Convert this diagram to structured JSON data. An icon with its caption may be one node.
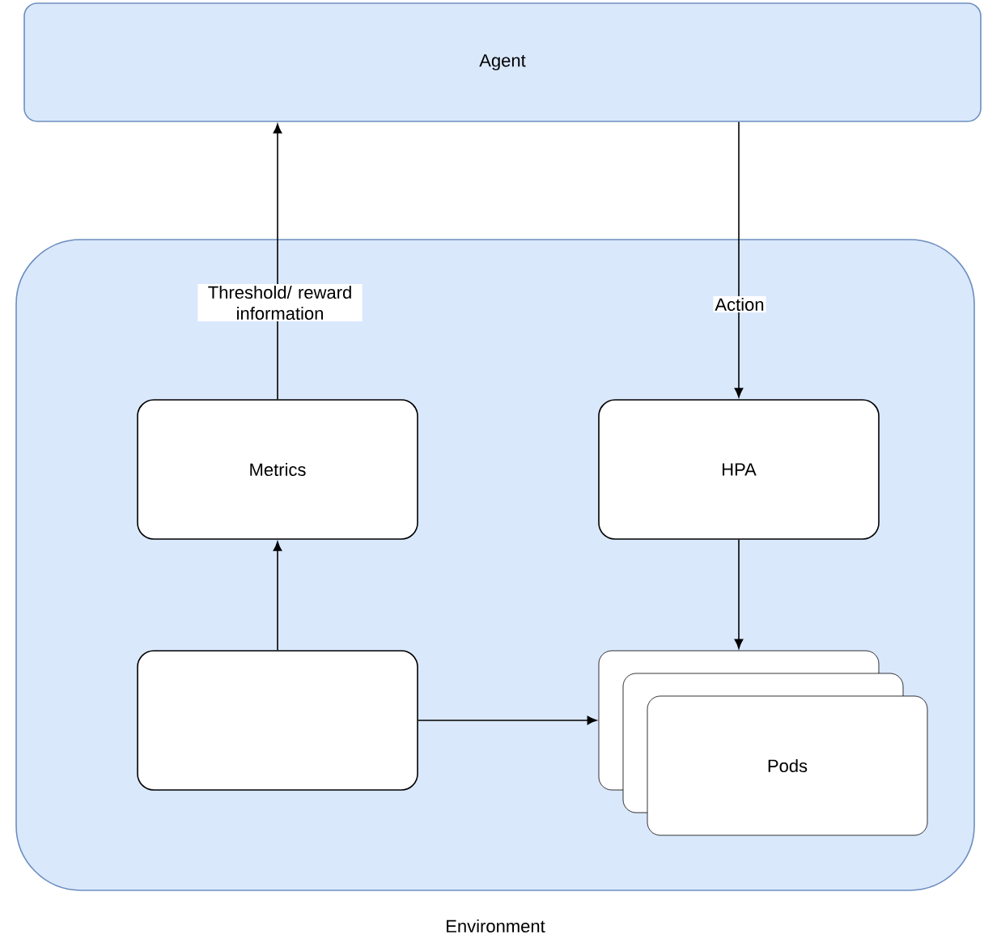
{
  "diagram": {
    "nodes": [
      {
        "text": [
          "Agent"
        ]
      },
      {
        "text": [],
        "shape": "box",
        "beside": [
          "Environment"
        ]
      },
      {
        "text": [
          "Metrics"
        ],
        "in": 1
      },
      {
        "text": [
          "HPA"
        ],
        "in": 1
      },
      {
        "text": [],
        "shape": "box",
        "in": 1
      },
      {
        "text": [
          "Pods"
        ],
        "in": 1
      }
    ],
    "edges": [
      {
        "from": 2,
        "to": 0,
        "arrow": "to",
        "label": "Threshold/ reward information"
      },
      {
        "from": 0,
        "to": 3,
        "arrow": "to",
        "label": "Action"
      },
      {
        "from": 4,
        "to": 2,
        "arrow": "to"
      },
      {
        "from": 3,
        "to": 5,
        "arrow": "to"
      },
      {
        "from": 4,
        "to": 5,
        "arrow": "to"
      }
    ]
  }
}
